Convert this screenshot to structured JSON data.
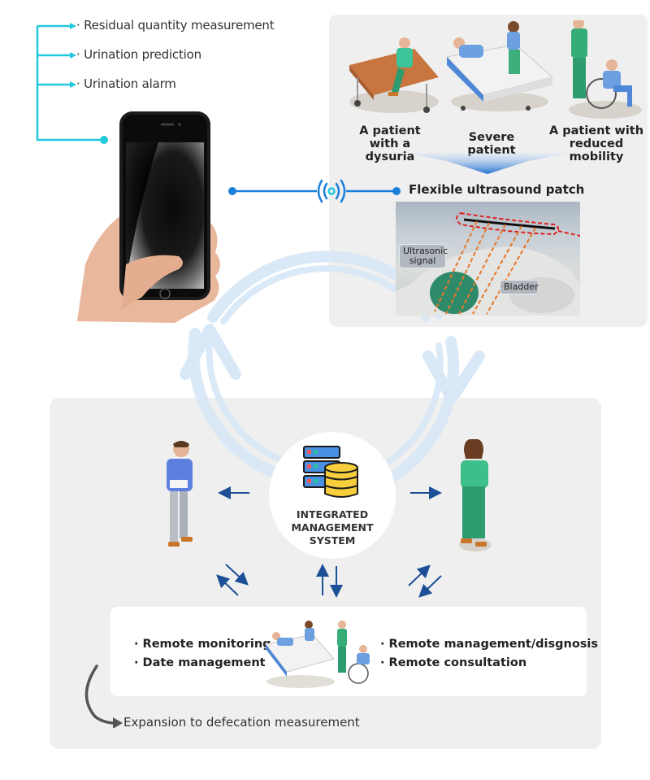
{
  "features": {
    "items": [
      "· Residual quantity measurement",
      "· Urination prediction",
      "· Urination alarm"
    ]
  },
  "patients": {
    "items": [
      {
        "line1": "A patient",
        "line2": "with a dysuria"
      },
      {
        "line1": "Severe patient",
        "line2": ""
      },
      {
        "line1": "A patient with",
        "line2": "reduced mobility"
      }
    ]
  },
  "patch": {
    "title": "Flexible ultrasound patch",
    "callout_signal_line1": "Ultrasonic",
    "callout_signal_line2": "signal",
    "callout_bladder": "Bladder"
  },
  "system": {
    "line1": "INTEGRATED",
    "line2": "MANAGEMENT",
    "line3": "SYSTEM"
  },
  "services": {
    "left": [
      "· Remote monitoring",
      "· Date management"
    ],
    "right": [
      "· Remote management/disgnosis",
      "· Remote consultation"
    ]
  },
  "expansion": {
    "label": "Expansion to defecation measurement"
  },
  "colors": {
    "cyan_connector": "#22c8dc",
    "blue_connector": "#1a7fd8",
    "cycle_arrow": "#d9e8f7",
    "flow_arrow": "#1d4f96",
    "panel_bg": "#efefef",
    "patch_dash": "#e8772a",
    "patch_outline": "#e02020"
  }
}
